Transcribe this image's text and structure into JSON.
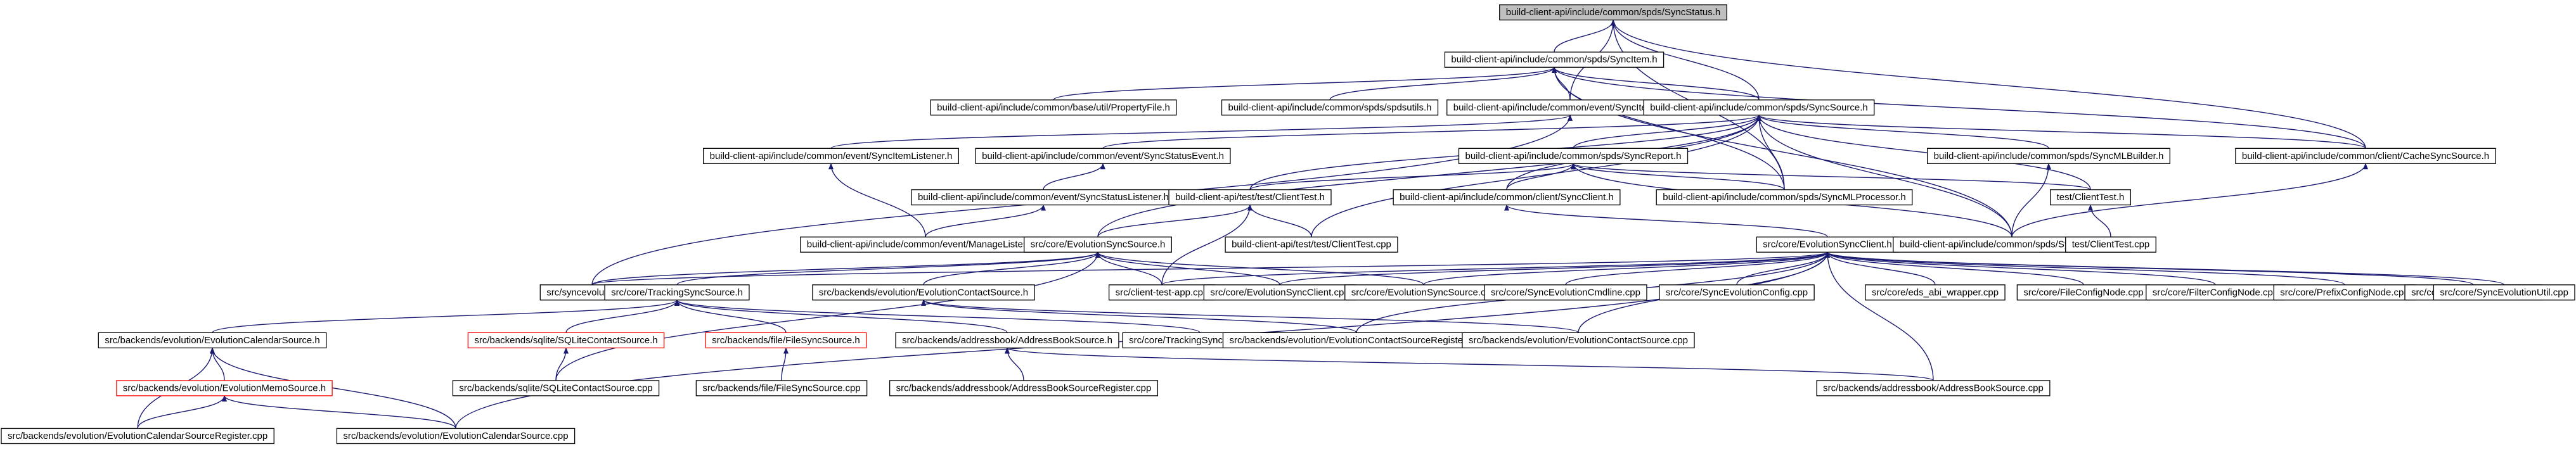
{
  "graph": {
    "title": "build-client-api/include/common/spds/SyncStatus.h",
    "colors": {
      "edge": "#191970",
      "root_fill": "#bfbfbf",
      "red_border": "#ff0000",
      "border": "#000000"
    },
    "nodes": [
      {
        "id": "n0",
        "label": "build-client-api/include/common/spds/SyncStatus.h"
      },
      {
        "id": "n1",
        "label": "build-client-api/include/common/spds/SyncItem.h"
      },
      {
        "id": "n2",
        "label": "build-client-api/include/common/base/util/PropertyFile.h"
      },
      {
        "id": "n3",
        "label": "build-client-api/include/common/spds/spdsutils.h"
      },
      {
        "id": "n4",
        "label": "build-client-api/include/common/event/SyncItemEvent.h"
      },
      {
        "id": "n5",
        "label": "build-client-api/include/common/spds/SyncSource.h"
      },
      {
        "id": "n6",
        "label": "build-client-api/include/common/event/SyncItemListener.h"
      },
      {
        "id": "n7",
        "label": "build-client-api/include/common/event/SyncStatusEvent.h"
      },
      {
        "id": "n8",
        "label": "build-client-api/include/common/spds/SyncReport.h"
      },
      {
        "id": "n9",
        "label": "build-client-api/include/common/spds/SyncMLBuilder.h"
      },
      {
        "id": "n10",
        "label": "build-client-api/include/common/client/CacheSyncSource.h"
      },
      {
        "id": "n11",
        "label": "build-client-api/include/common/event/SyncStatusListener.h"
      },
      {
        "id": "n12",
        "label": "build-client-api/test/test/ClientTest.h"
      },
      {
        "id": "n13",
        "label": "build-client-api/include/common/client/SyncClient.h"
      },
      {
        "id": "n14",
        "label": "build-client-api/include/common/spds/SyncMLProcessor.h"
      },
      {
        "id": "n15",
        "label": "test/ClientTest.h"
      },
      {
        "id": "n16",
        "label": "build-client-api/include/common/event/ManageListener.h"
      },
      {
        "id": "n17",
        "label": "src/core/EvolutionSyncSource.h"
      },
      {
        "id": "n18",
        "label": "build-client-api/test/test/ClientTest.cpp"
      },
      {
        "id": "n19",
        "label": "src/core/EvolutionSyncClient.h"
      },
      {
        "id": "n20",
        "label": "build-client-api/include/common/spds/SyncManager.h"
      },
      {
        "id": "n21",
        "label": "test/ClientTest.cpp"
      },
      {
        "id": "n22",
        "label": "src/syncevolution.cpp"
      },
      {
        "id": "n23",
        "label": "src/core/TrackingSyncSource.h"
      },
      {
        "id": "n24",
        "label": "src/backends/evolution/EvolutionContactSource.h"
      },
      {
        "id": "n25",
        "label": "src/client-test-app.cpp"
      },
      {
        "id": "n26",
        "label": "src/core/EvolutionSyncClient.cpp"
      },
      {
        "id": "n27",
        "label": "src/core/EvolutionSyncSource.cpp"
      },
      {
        "id": "n28",
        "label": "src/core/SyncEvolutionCmdline.cpp"
      },
      {
        "id": "n29",
        "label": "src/core/SyncEvolutionConfig.cpp"
      },
      {
        "id": "n30",
        "label": "src/core/eds_abi_wrapper.cpp"
      },
      {
        "id": "n31",
        "label": "src/core/FileConfigNode.cpp"
      },
      {
        "id": "n32",
        "label": "src/core/FilterConfigNode.cpp"
      },
      {
        "id": "n33",
        "label": "src/core/PrefixConfigNode.cpp"
      },
      {
        "id": "n34",
        "label": "src/core/SafeConfigNode.cpp"
      },
      {
        "id": "n35",
        "label": "src/core/SyncEvolutionUtil.cpp"
      },
      {
        "id": "n36",
        "label": "src/backends/evolution/EvolutionCalendarSource.h"
      },
      {
        "id": "n37",
        "label": "src/backends/sqlite/SQLiteContactSource.h"
      },
      {
        "id": "n38",
        "label": "src/backends/file/FileSyncSource.h"
      },
      {
        "id": "n39",
        "label": "src/backends/addressbook/AddressBookSource.h"
      },
      {
        "id": "n40",
        "label": "src/core/TrackingSyncSource.cpp"
      },
      {
        "id": "n41",
        "label": "src/backends/evolution/EvolutionContactSourceRegister.cpp"
      },
      {
        "id": "n42",
        "label": "src/backends/evolution/EvolutionContactSource.cpp"
      },
      {
        "id": "n43",
        "label": "src/backends/evolution/EvolutionMemoSource.h"
      },
      {
        "id": "n44",
        "label": "src/backends/sqlite/SQLiteContactSource.cpp"
      },
      {
        "id": "n45",
        "label": "src/backends/file/FileSyncSource.cpp"
      },
      {
        "id": "n46",
        "label": "src/backends/addressbook/AddressBookSourceRegister.cpp"
      },
      {
        "id": "n47",
        "label": "src/backends/addressbook/AddressBookSource.cpp"
      },
      {
        "id": "n48",
        "label": "src/backends/evolution/EvolutionCalendarSourceRegister.cpp"
      },
      {
        "id": "n49",
        "label": "src/backends/evolution/EvolutionCalendarSource.cpp"
      }
    ]
  }
}
